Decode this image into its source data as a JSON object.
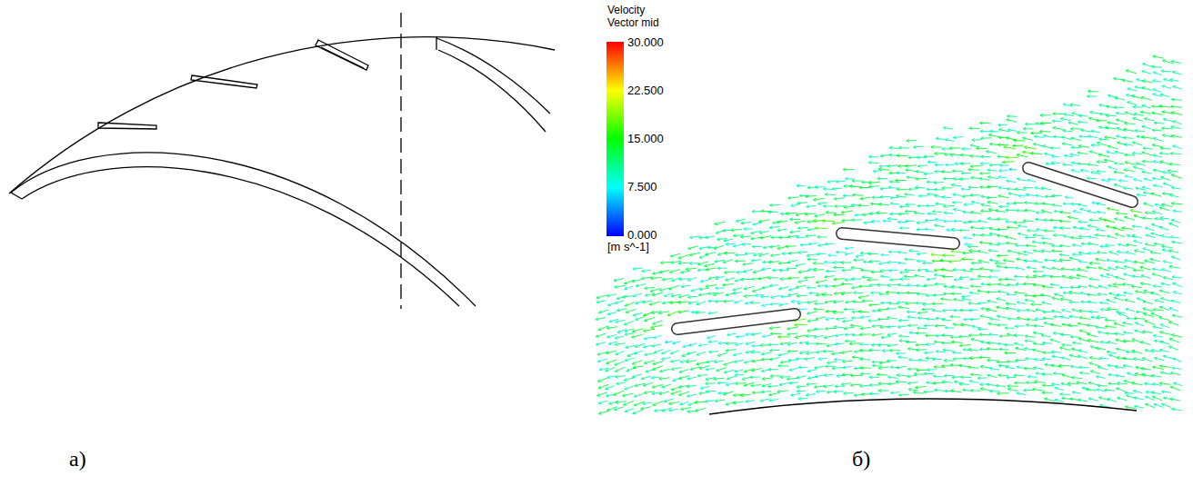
{
  "diagram": {
    "labels": [
      "Velocity",
      "Vector mid",
      "30.000",
      "22.500",
      "15.000",
      "7.500",
      "0.000",
      "[m s^-1]",
      "а)",
      "б)"
    ]
  }
}
